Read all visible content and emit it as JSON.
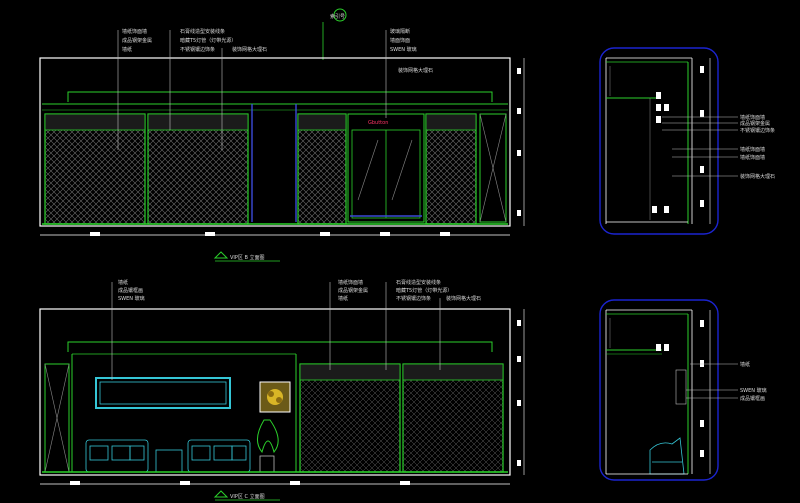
{
  "top_marker_label": "索引号",
  "elevation_a": {
    "caption": "VIP区 B 立面图",
    "labels_left": [
      "墙纸饰面墙",
      "成品钢架金属",
      "墙纸"
    ],
    "labels_mid": [
      "暗藏T5灯管（灯带光源）",
      "石膏线造型安装线条",
      "不锈钢镶边饰条",
      "装饰网格大理石"
    ],
    "labels_right": [
      "玻璃隔断",
      "墙面饰面",
      "SWEN 玻璃"
    ],
    "label_ceiling": "装饰网格大理石",
    "door_sign": "Gbutton"
  },
  "elevation_b": {
    "caption": "VIP区 C 立面图",
    "labels_left": [
      "墙纸",
      "成品镶框画",
      "SWEN 玻璃"
    ],
    "labels_mid": [
      "墙纸饰面墙",
      "成品钢架金属",
      "墙纸"
    ],
    "labels_right": [
      "暗藏T5灯管（灯带光源）",
      "石膏线造型安装线条",
      "不锈钢镶边饰条",
      "装饰网格大理石"
    ]
  },
  "section_a": {
    "labels": [
      "墙纸饰面墙",
      "成品钢架金属",
      "不锈钢镶边饰条",
      "墙纸饰面墙",
      "墙纸饰面墙",
      "装饰网格大理石"
    ]
  },
  "section_b": {
    "labels": [
      "墙纸",
      "SWEN 玻璃",
      "成品镶框画"
    ]
  },
  "colors": {
    "background": "#000000",
    "wall_outline": "#ffffff",
    "panel": "#2bd12b",
    "glass": "#3b4bd8",
    "cyan": "#35c6d6",
    "label": "#d8d8d8",
    "accent": "#ff3366",
    "frame": "#1b24d0"
  }
}
